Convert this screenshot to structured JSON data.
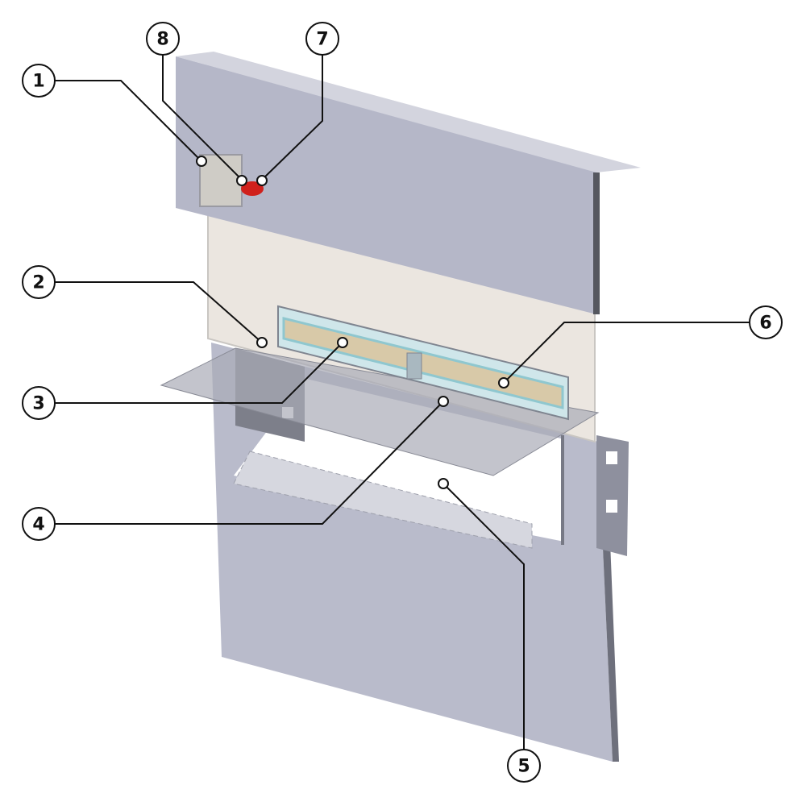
{
  "diagram": {
    "callouts": [
      {
        "id": "1",
        "label": "1"
      },
      {
        "id": "2",
        "label": "2"
      },
      {
        "id": "3",
        "label": "3"
      },
      {
        "id": "4",
        "label": "4"
      },
      {
        "id": "5",
        "label": "5"
      },
      {
        "id": "6",
        "label": "6"
      },
      {
        "id": "7",
        "label": "7"
      },
      {
        "id": "8",
        "label": "8"
      }
    ],
    "colors": {
      "panel": "#b9bbcb",
      "panel_dark": "#8e909e",
      "glass": "#ebe6e0",
      "tube": "#d8c9a8",
      "tube_edge": "#8fc7cf",
      "knob": "#d0201c",
      "shelf": "#a9abb6"
    }
  }
}
